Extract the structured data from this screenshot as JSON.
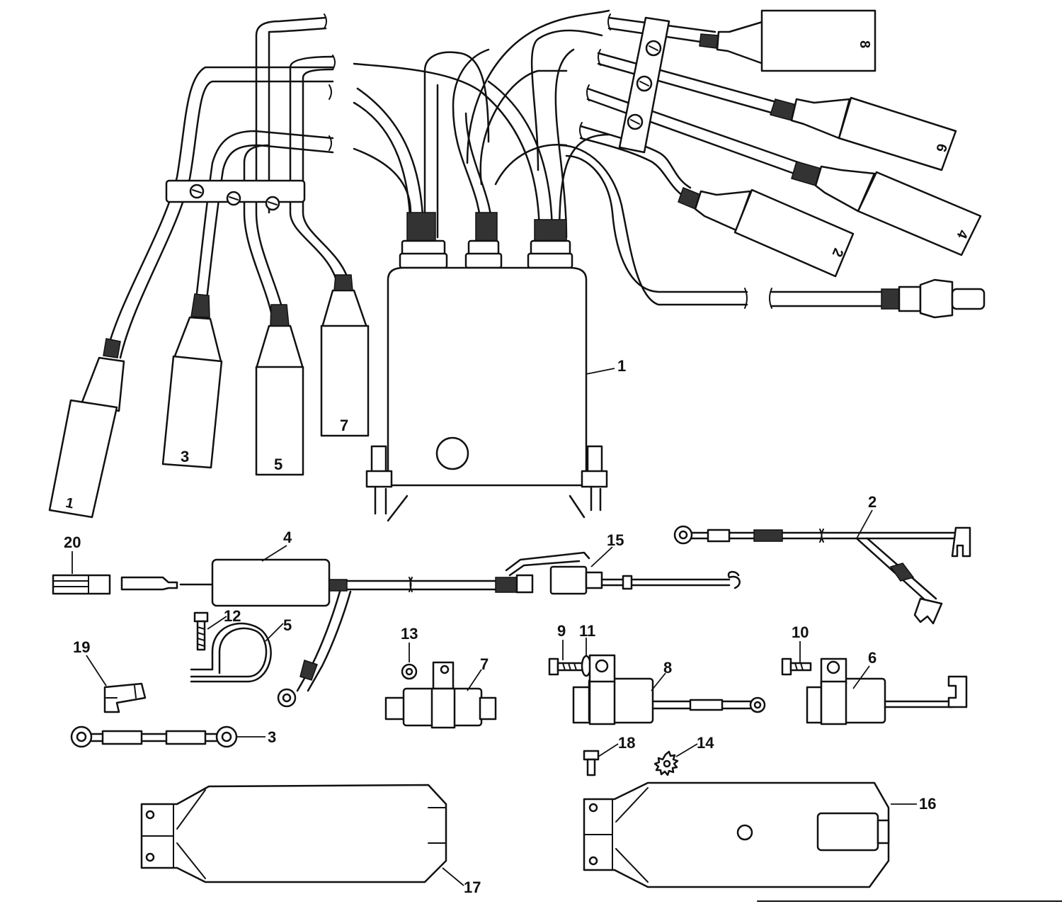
{
  "callouts": [
    {
      "id": "c1",
      "text": "1"
    },
    {
      "id": "c2",
      "text": "2"
    },
    {
      "id": "c3",
      "text": "3"
    },
    {
      "id": "c4",
      "text": "4"
    },
    {
      "id": "c5",
      "text": "5"
    },
    {
      "id": "c6",
      "text": "6"
    },
    {
      "id": "c7",
      "text": "7"
    },
    {
      "id": "c8",
      "text": "8"
    },
    {
      "id": "c9",
      "text": "9"
    },
    {
      "id": "c10",
      "text": "10"
    },
    {
      "id": "c11",
      "text": "11"
    },
    {
      "id": "c12",
      "text": "12"
    },
    {
      "id": "c13",
      "text": "13"
    },
    {
      "id": "c14",
      "text": "14"
    },
    {
      "id": "c15",
      "text": "15"
    },
    {
      "id": "c16",
      "text": "16"
    },
    {
      "id": "c17",
      "text": "17"
    },
    {
      "id": "c18",
      "text": "18"
    },
    {
      "id": "c19",
      "text": "19"
    },
    {
      "id": "c20",
      "text": "20"
    }
  ],
  "plug_boot_labels": [
    "1",
    "3",
    "5",
    "7",
    "2",
    "4",
    "6",
    "8"
  ]
}
